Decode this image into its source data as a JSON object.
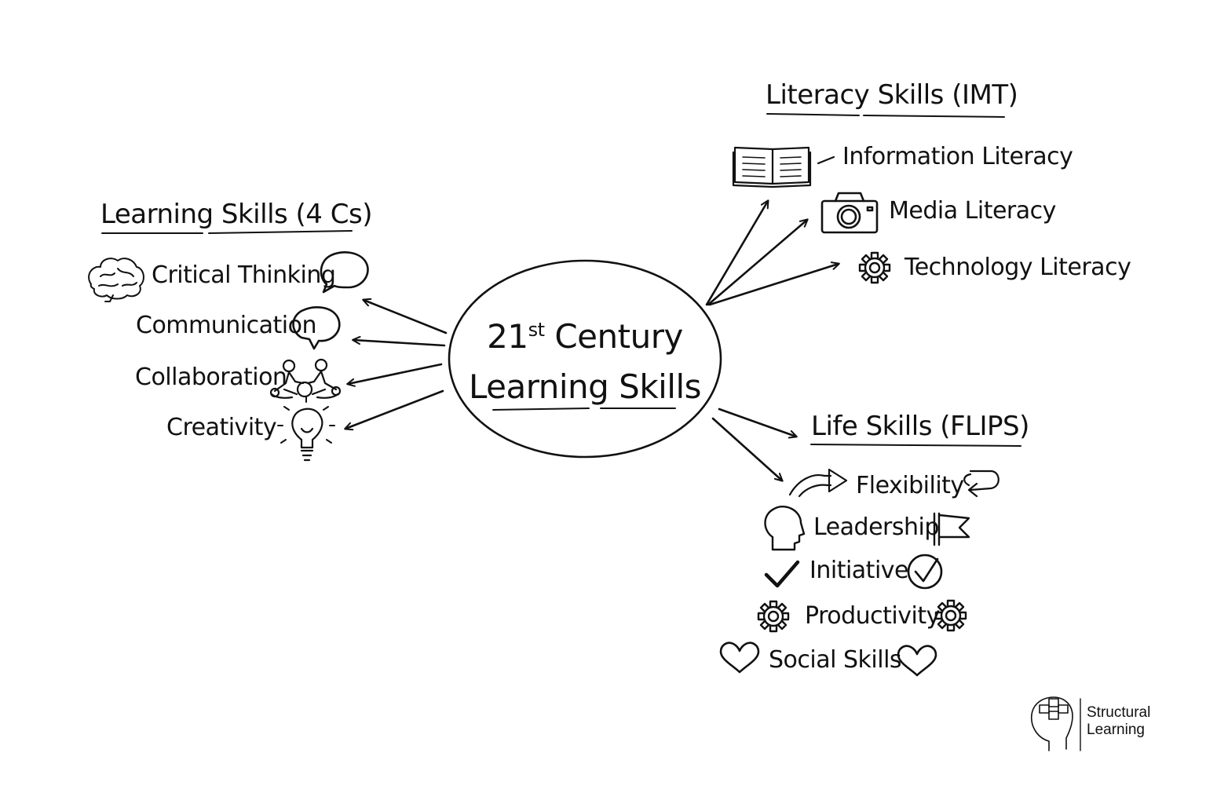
{
  "center": {
    "line1_prefix": "21",
    "line1_sup": "st",
    "line1_rest": " Century",
    "line2": "Learning Skills"
  },
  "learning": {
    "heading": "Learning Skills (4 Cs)",
    "items": [
      "Critical Thinking",
      "Communication",
      "Collaboration",
      "Creativity"
    ]
  },
  "literacy": {
    "heading": "Literacy Skills (IMT)",
    "items": [
      "Information Literacy",
      "Media Literacy",
      "Technology Literacy"
    ]
  },
  "life": {
    "heading": "Life Skills (FLIPS)",
    "items": [
      "Flexibility",
      "Leadership",
      "Initiative",
      "Productivity",
      "Social Skills"
    ]
  },
  "brand": {
    "line1": "Structural",
    "line2": "Learning"
  },
  "colors": {
    "ink": "#111111",
    "background": "#ffffff"
  }
}
